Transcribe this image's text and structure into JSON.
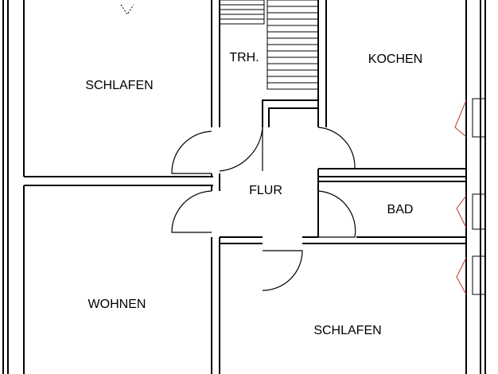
{
  "rooms": {
    "schlafen_top": "SCHLAFEN",
    "trh": "TRH.",
    "kochen": "KOCHEN",
    "flur": "FLUR",
    "bad": "BAD",
    "wohnen": "WOHNEN",
    "schlafen_bottom": "SCHLAFEN"
  }
}
